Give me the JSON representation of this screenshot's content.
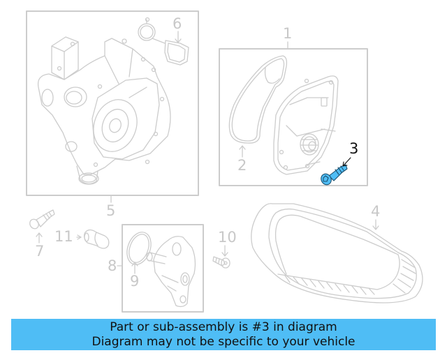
{
  "diagram": {
    "highlighted_part": "3",
    "colors": {
      "line": "#cccccc",
      "highlight_fill": "#4fbdf5",
      "highlight_stroke": "#1a4f6e",
      "banner_bg": "#4fbdf5",
      "text": "#111111"
    },
    "callouts": [
      {
        "id": "1",
        "label": "1"
      },
      {
        "id": "2",
        "label": "2"
      },
      {
        "id": "3",
        "label": "3"
      },
      {
        "id": "4",
        "label": "4"
      },
      {
        "id": "5",
        "label": "5"
      },
      {
        "id": "6",
        "label": "6"
      },
      {
        "id": "7",
        "label": "7"
      },
      {
        "id": "8",
        "label": "8"
      },
      {
        "id": "9",
        "label": "9"
      },
      {
        "id": "10",
        "label": "10"
      },
      {
        "id": "11",
        "label": "11"
      }
    ],
    "parts": [
      {
        "id": "water-pump-housing-assembly",
        "callout": "5"
      },
      {
        "id": "housing-gasket",
        "callout": "6"
      },
      {
        "id": "water-pump-assembly",
        "callout": "1"
      },
      {
        "id": "water-pump-gasket",
        "callout": "2"
      },
      {
        "id": "water-pump-bolt",
        "callout": "3"
      },
      {
        "id": "drive-belt",
        "callout": "4"
      },
      {
        "id": "bolt",
        "callout": "7"
      },
      {
        "id": "thermostat-housing-assembly",
        "callout": "8"
      },
      {
        "id": "o-ring-seal",
        "callout": "9"
      },
      {
        "id": "housing-bolt",
        "callout": "10"
      },
      {
        "id": "connector-pipe",
        "callout": "11"
      }
    ]
  },
  "banner": {
    "line1": "Part or sub-assembly is #3 in diagram",
    "line2": "Diagram may not be specific to your vehicle"
  }
}
